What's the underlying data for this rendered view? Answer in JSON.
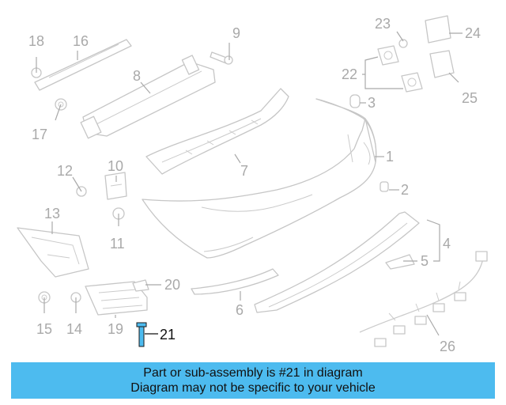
{
  "diagram": {
    "callouts": [
      "1",
      "2",
      "3",
      "4",
      "5",
      "6",
      "7",
      "8",
      "9",
      "10",
      "11",
      "12",
      "13",
      "14",
      "15",
      "16",
      "17",
      "18",
      "19",
      "20",
      "21",
      "22",
      "23",
      "24",
      "25",
      "26"
    ],
    "highlighted": "21",
    "colors": {
      "line": "#c6c6c6",
      "label": "#a9a9a9",
      "highlight": "#111111",
      "highlight_part": "#4dbbef"
    }
  },
  "banner": {
    "line1": "Part or sub-assembly is #21 in diagram",
    "line2": "Diagram may not be specific to your vehicle",
    "background": "#4dbbef"
  }
}
